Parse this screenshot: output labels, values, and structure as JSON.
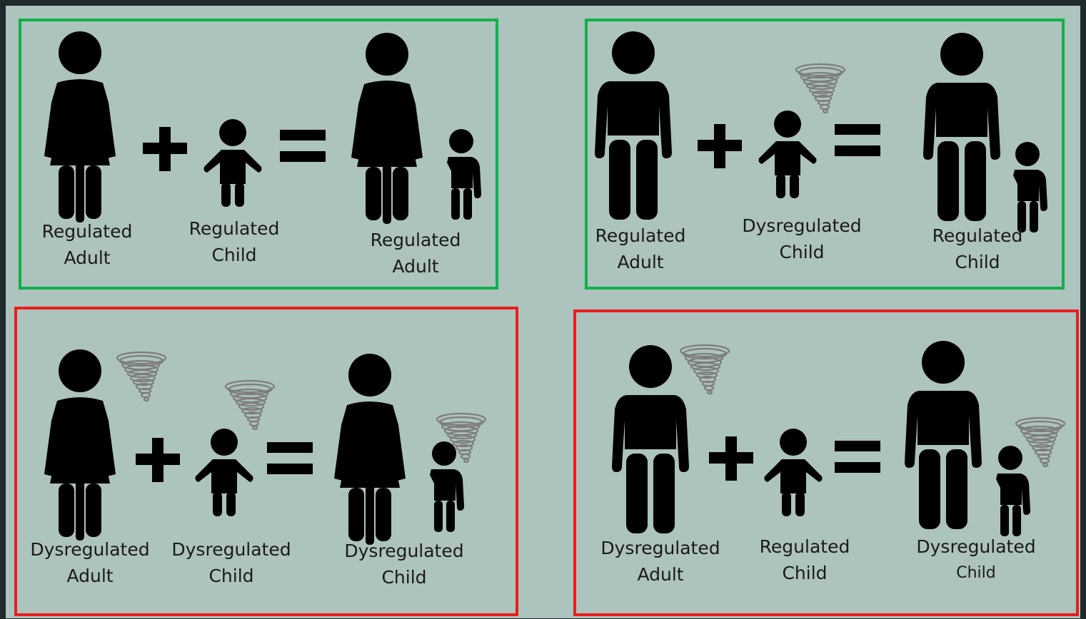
{
  "colors": {
    "background": "#adc3bd",
    "frame": "#1f2a2d",
    "good": "#10b04a",
    "bad": "#ec1c1c",
    "figure": "#000000",
    "tornado": "#8a8a8a"
  },
  "icons": [
    "woman-icon",
    "man-icon",
    "child-icon",
    "plus-icon",
    "equals-icon",
    "tornado-icon",
    "adult-holding-child-icon"
  ],
  "panels": [
    {
      "adult": [
        "Regulated",
        "Adult"
      ],
      "child": [
        "Regulated",
        "Child"
      ],
      "result": [
        "Regulated",
        "Adult"
      ]
    },
    {
      "adult": [
        "Regulated",
        "Adult"
      ],
      "child": [
        "Dysregulated",
        "Child"
      ],
      "result": [
        "Regulated",
        "Child"
      ]
    },
    {
      "adult": [
        "Dysregulated",
        "Adult"
      ],
      "child": [
        "Dysregulated",
        "Child"
      ],
      "result": [
        "Dysregulated",
        "Child"
      ]
    },
    {
      "adult": [
        "Dysregulated",
        "Adult"
      ],
      "child": [
        "Regulated",
        "Child"
      ],
      "result": [
        "Dysregulated",
        "Child"
      ]
    }
  ]
}
